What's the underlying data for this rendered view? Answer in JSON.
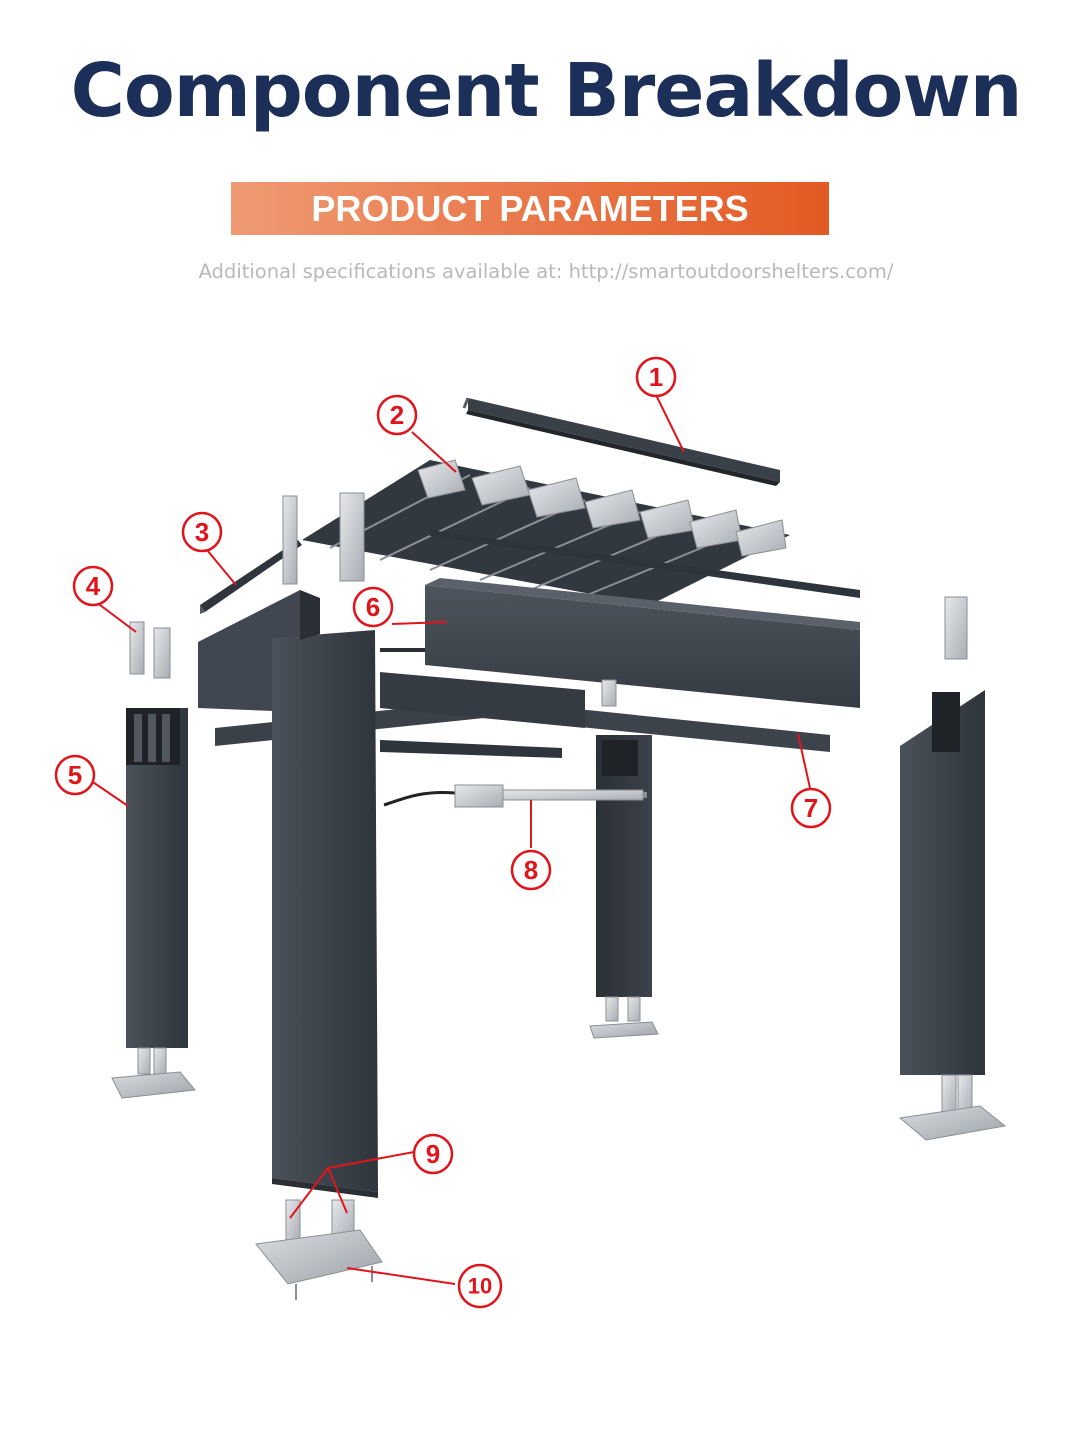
{
  "header": {
    "title": "Component Breakdown",
    "banner": "PRODUCT PARAMETERS",
    "subtitle": "Additional specifications available at: http://smartoutdoorshelters.com/"
  },
  "colors": {
    "title": "#1c2f58",
    "banner_start": "#ef9a73",
    "banner_end": "#e35a23",
    "callout": "#e0151c",
    "aluminum_dark": "#3d434b",
    "bracket_silver": "#c9ccd0"
  },
  "callouts": [
    {
      "label": "1"
    },
    {
      "label": "2"
    },
    {
      "label": "3"
    },
    {
      "label": "4"
    },
    {
      "label": "5"
    },
    {
      "label": "6"
    },
    {
      "label": "7"
    },
    {
      "label": "8"
    },
    {
      "label": "9"
    },
    {
      "label": "10"
    }
  ]
}
